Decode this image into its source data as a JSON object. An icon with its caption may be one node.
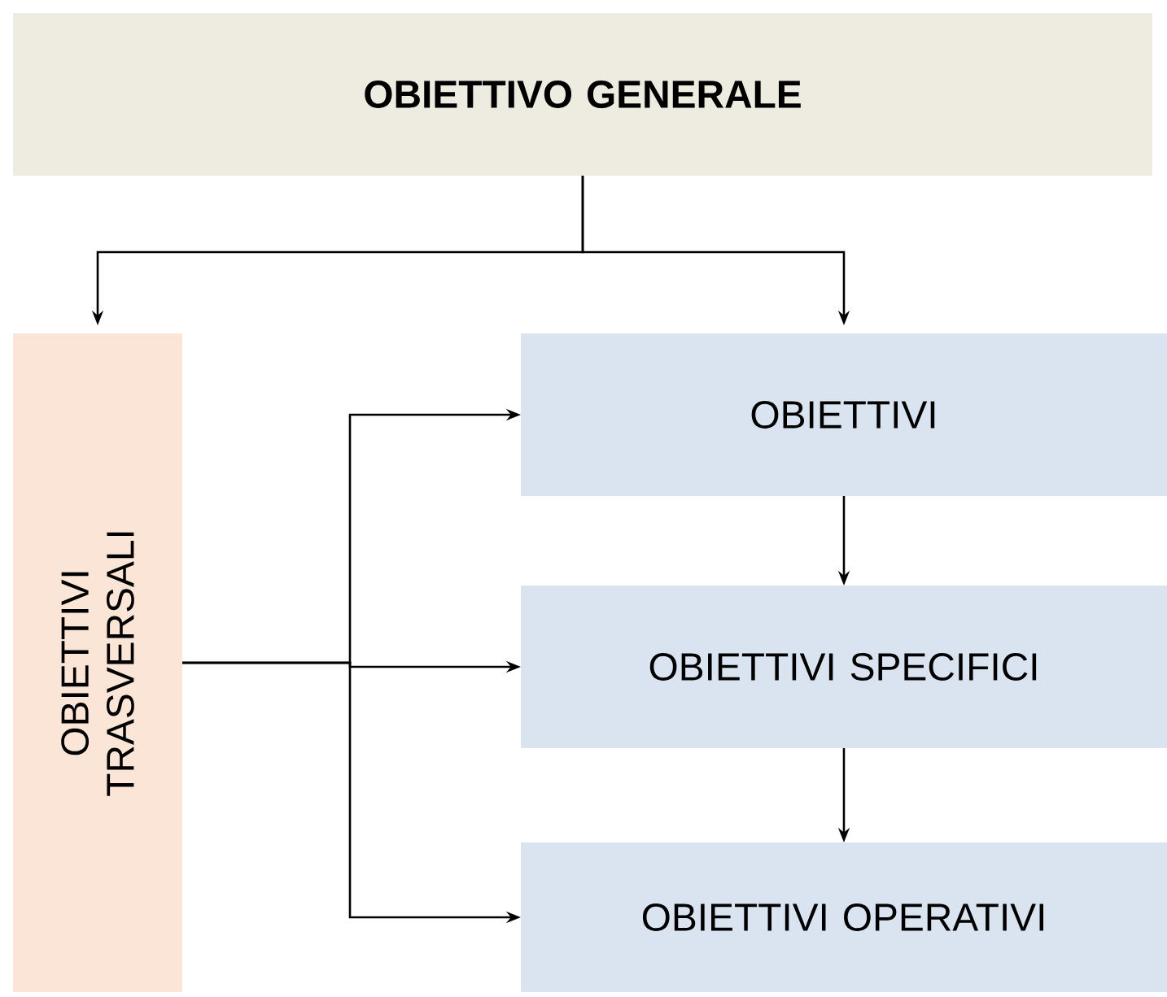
{
  "diagram": {
    "nodes": [
      {
        "text": [
          "OBIETTIVO GENERALE"
        ]
      },
      {
        "text": [
          "OBIETTIVI TRASVERSALI"
        ]
      },
      {
        "text": [
          "OBIETTIVI"
        ]
      },
      {
        "text": [
          "OBIETTIVI SPECIFICI"
        ]
      },
      {
        "text": [
          "OBIETTIVI OPERATIVI"
        ]
      }
    ],
    "edges": [
      {
        "from": 0,
        "to": 1,
        "arrow": "to"
      },
      {
        "from": 0,
        "to": 2,
        "arrow": "to"
      },
      {
        "from": 1,
        "to": 2,
        "arrow": "to"
      },
      {
        "from": 1,
        "to": 3,
        "arrow": "to"
      },
      {
        "from": 1,
        "to": 4,
        "arrow": "to"
      },
      {
        "from": 2,
        "to": 3,
        "arrow": "to"
      },
      {
        "from": 3,
        "to": 4,
        "arrow": "to"
      }
    ]
  }
}
